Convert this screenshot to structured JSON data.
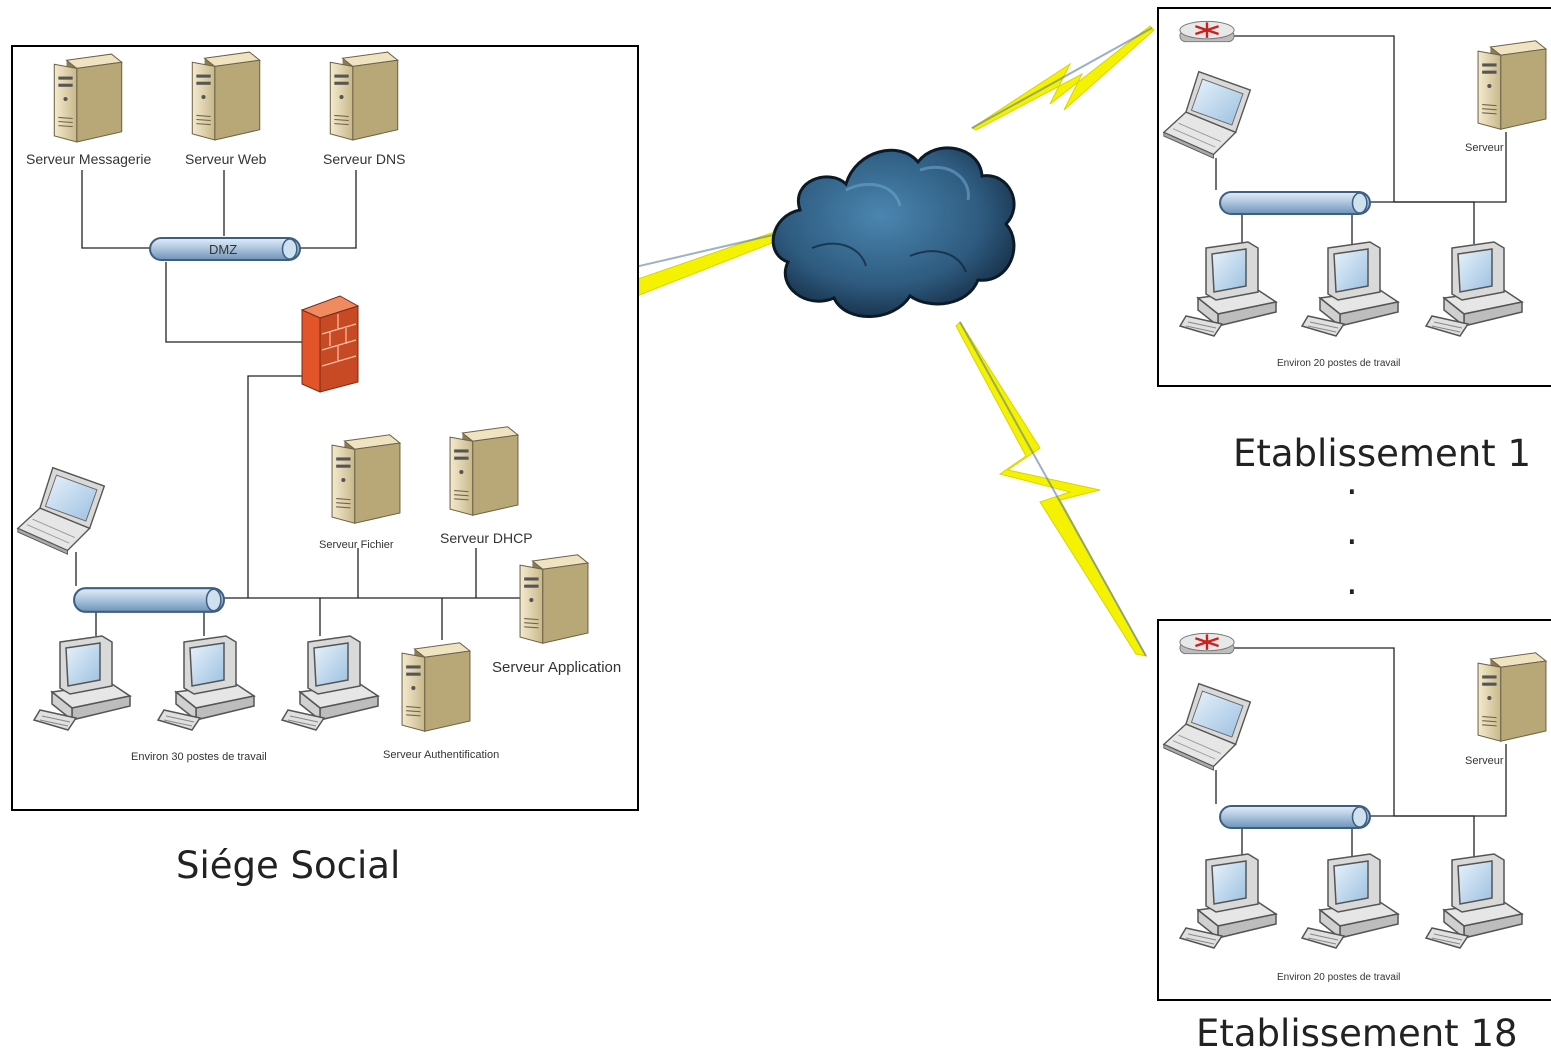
{
  "hq": {
    "caption": "Siége Social",
    "dmz_label": "DMZ",
    "servers_top": [
      "Serveur Messagerie",
      "Serveur Web",
      "Serveur DNS"
    ],
    "server_file": "Serveur Fichier",
    "server_dhcp": "Serveur DHCP",
    "server_app": "Serveur Application",
    "server_auth": "Serveur Authentification",
    "workstations": "Environ 30 postes de travail"
  },
  "branches": [
    {
      "caption": "Etablissement 1",
      "server": "Serveur",
      "workstations": "Environ 20 postes de travail"
    },
    {
      "caption": "Etablissement 18",
      "server": "Serveur",
      "workstations": "Environ 20 postes de travail"
    }
  ],
  "ellipsis": ".",
  "colors": {
    "lightning": "#f5f200",
    "cloud": "#2e5a7e",
    "firewall": "#e2552a",
    "bus": "#a9c3dc",
    "server": "#d9cca4"
  }
}
